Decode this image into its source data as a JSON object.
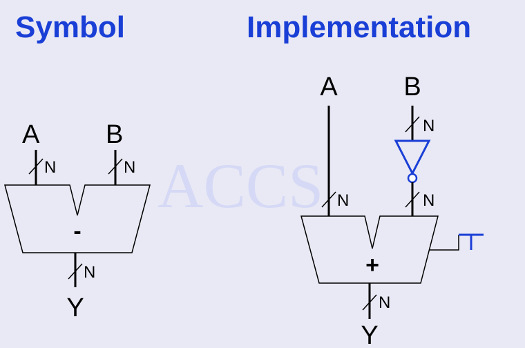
{
  "headings": {
    "symbol": "Symbol",
    "implementation": "Implementation"
  },
  "watermark": "ACCS",
  "symbol": {
    "input_a": "A",
    "input_b": "B",
    "output": "Y",
    "operator": "-",
    "bus_width": "N"
  },
  "implementation": {
    "input_a": "A",
    "input_b": "B",
    "output": "Y",
    "operator": "+",
    "bus_width": "N"
  },
  "colors": {
    "heading": "#1a3fd6",
    "inverter": "#1a3fd6",
    "carry_in": "#1a3fd6",
    "wire": "#000000",
    "background": "#e9e9f5"
  }
}
